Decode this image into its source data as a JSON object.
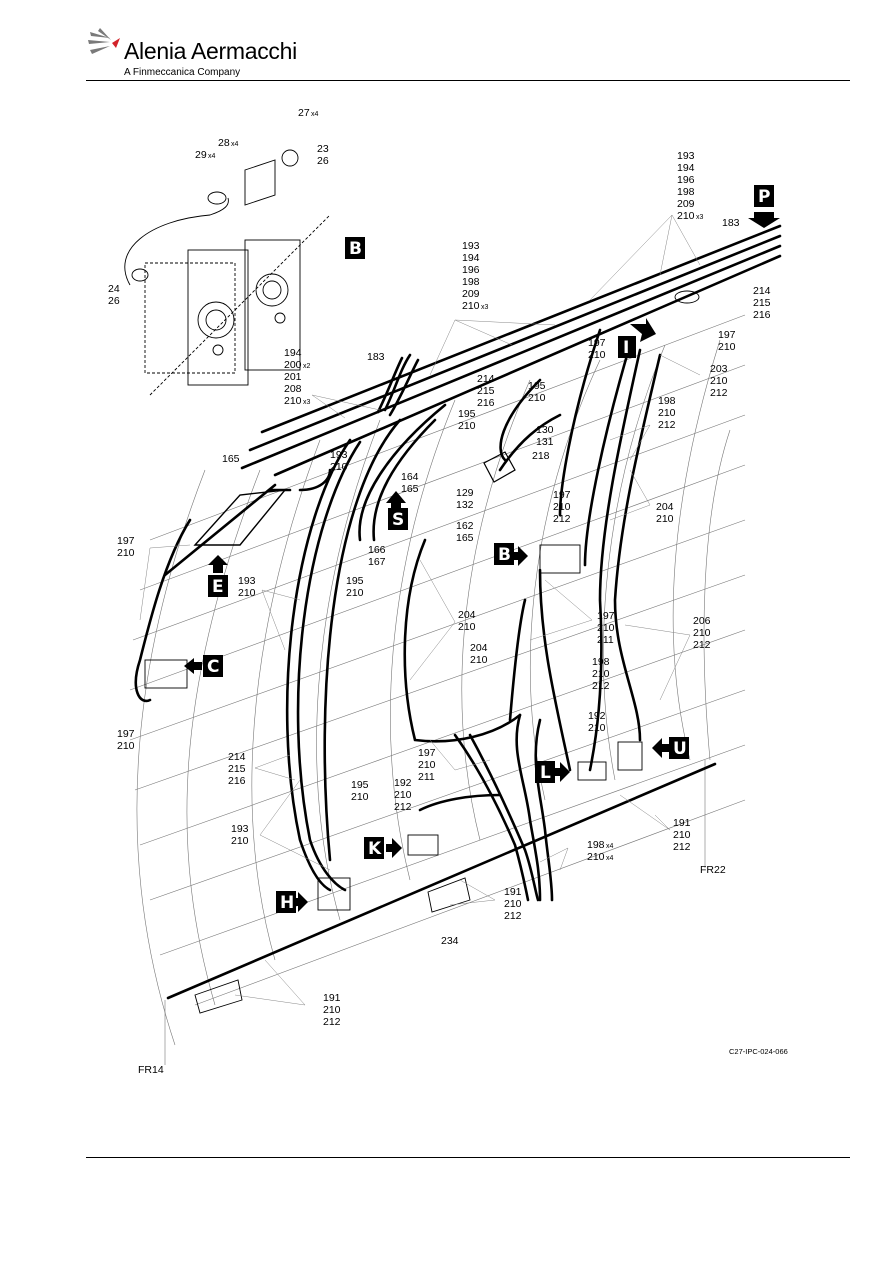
{
  "header": {
    "brand": "Alenia Aermacchi",
    "subtitle": "A Finmeccanica Company",
    "accent_color": "#d2232a"
  },
  "figure": {
    "reference": "C27-IPC-024-066",
    "frames": {
      "forward": "FR14",
      "aft": "FR22"
    },
    "views": [
      "B",
      "P",
      "I",
      "S",
      "E",
      "C",
      "L",
      "U",
      "K",
      "H"
    ],
    "callouts": {
      "c27": "27",
      "c27q": "x4",
      "c28": "28",
      "c28q": "x4",
      "c29": "29",
      "c29q": "x4",
      "c23_26": [
        "23",
        "26"
      ],
      "c24_26": [
        "24",
        "26"
      ],
      "top_right": [
        "193",
        "194",
        "196",
        "198",
        "209",
        "210"
      ],
      "top_right_q": "x3",
      "c183a": "183",
      "upper_mid": [
        "193",
        "194",
        "196",
        "198",
        "209",
        "210"
      ],
      "upper_mid_q": "x3",
      "c214a": [
        "214",
        "215",
        "216"
      ],
      "c197a": [
        "197",
        "210"
      ],
      "c197b": [
        "197",
        "210"
      ],
      "c203": [
        "203",
        "210",
        "212"
      ],
      "left_grp": [
        "194",
        "200",
        "201",
        "208",
        "210"
      ],
      "left_grp_q1": "x2",
      "left_grp_q2": "x3",
      "c183b": "183",
      "c214b": [
        "214",
        "215",
        "216"
      ],
      "c195a": [
        "195",
        "210"
      ],
      "c195b": [
        "195",
        "210"
      ],
      "c198a": [
        "198",
        "210",
        "212"
      ],
      "c130": [
        "130",
        "131"
      ],
      "c218": "218",
      "c165a": "165",
      "c193a": [
        "193",
        "210"
      ],
      "c164": [
        "164",
        "165"
      ],
      "c129": [
        "129",
        "132"
      ],
      "c197c": [
        "197",
        "210",
        "212"
      ],
      "c204a": [
        "204",
        "210"
      ],
      "c162": [
        "162",
        "165"
      ],
      "c197d": [
        "197",
        "210"
      ],
      "c166": [
        "166",
        "167"
      ],
      "c193b": [
        "193",
        "210"
      ],
      "c195c": [
        "195",
        "210"
      ],
      "c204b": [
        "204",
        "210"
      ],
      "c197e": [
        "197",
        "210",
        "211"
      ],
      "c206": [
        "206",
        "210",
        "212"
      ],
      "c204c": [
        "204",
        "210"
      ],
      "c198b": [
        "198",
        "210",
        "212"
      ],
      "c197f": [
        "197",
        "210"
      ],
      "c192a": [
        "192",
        "210"
      ],
      "c214c": [
        "214",
        "215",
        "216"
      ],
      "c197g": [
        "197",
        "210",
        "211"
      ],
      "c195d": [
        "195",
        "210"
      ],
      "c192b": [
        "192",
        "210",
        "212"
      ],
      "c193c": [
        "193",
        "210"
      ],
      "c191a": [
        "191",
        "210",
        "212"
      ],
      "c198c": "198",
      "c198c_q": "x4",
      "c210c": "210",
      "c210c_q": "x4",
      "c191b": [
        "191",
        "210",
        "212"
      ],
      "c234": "234",
      "c191c": [
        "191",
        "210",
        "212"
      ]
    }
  }
}
